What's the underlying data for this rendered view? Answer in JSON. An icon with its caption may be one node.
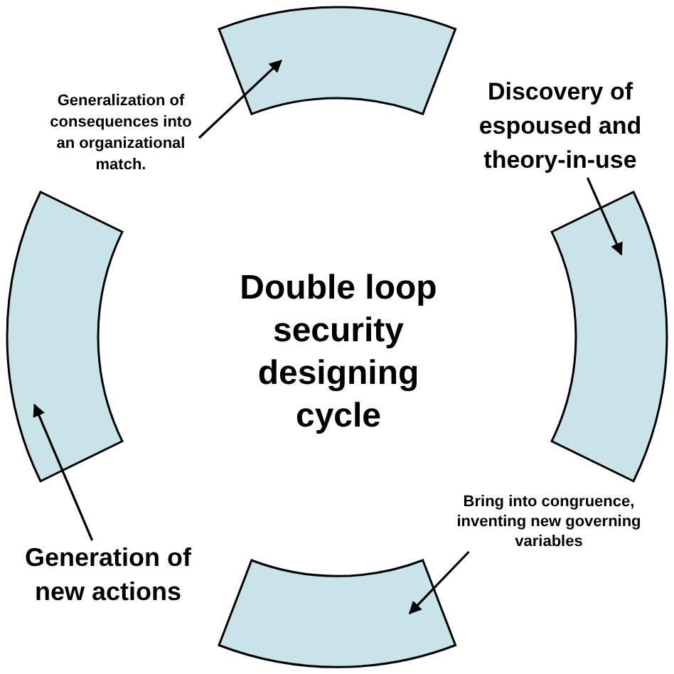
{
  "diagram": {
    "title": "Double loop security designing cycle",
    "nodes": [
      {
        "text": [],
        "shape": "band"
      },
      {
        "text": [],
        "shape": "band"
      },
      {
        "text": [],
        "shape": "band"
      },
      {
        "text": [],
        "shape": "band"
      },
      {
        "text": [
          "Generalization of consequences into an organizational match."
        ]
      },
      {
        "text": [
          "Discovery of espoused and theory-in-use"
        ]
      },
      {
        "text": [
          "Bring into congruence, inventing new governing variables"
        ]
      },
      {
        "text": [
          "Generation of new actions"
        ]
      }
    ],
    "edges": [
      {
        "from": 4,
        "to": 0,
        "arrow": "to"
      },
      {
        "from": 5,
        "to": 1,
        "arrow": "to"
      },
      {
        "from": 6,
        "to": 2,
        "arrow": "to"
      },
      {
        "from": 7,
        "to": 3,
        "arrow": "to"
      }
    ]
  }
}
